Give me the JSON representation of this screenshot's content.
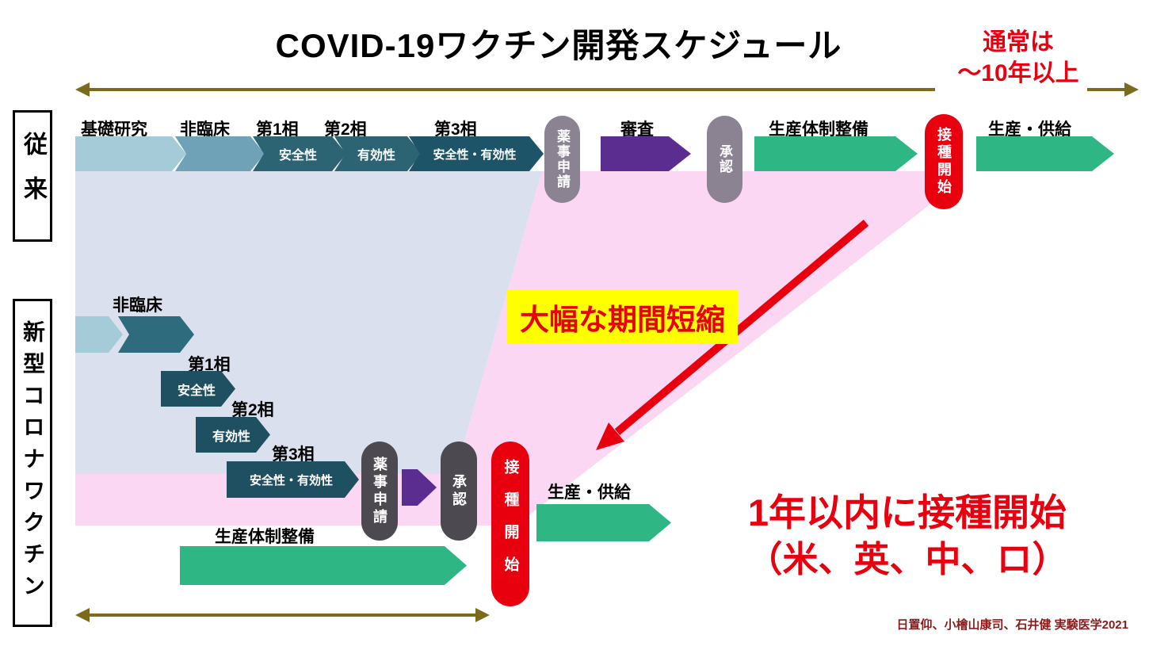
{
  "title": "COVID-19ワクチン開発スケジュール",
  "duration_note": {
    "line1": "通常は",
    "line2": "～10年以上"
  },
  "row_labels": {
    "conventional": "従来",
    "new_vaccine": "新型コロナワクチン"
  },
  "conventional": {
    "stages": [
      {
        "label": "基礎研究",
        "inner": ""
      },
      {
        "label": "非臨床",
        "inner": ""
      },
      {
        "label": "第1相",
        "inner": "安全性"
      },
      {
        "label": "第2相",
        "inner": "有効性"
      },
      {
        "label": "第3相",
        "inner": "安全性・有効性"
      }
    ],
    "application_pill": "薬事申請",
    "review_label": "審査",
    "approval_pill": "承認",
    "production_label": "生産体制整備",
    "start_pill": "接種開始",
    "supply_label": "生産・供給"
  },
  "new_vaccine": {
    "stages": [
      {
        "label": "非臨床",
        "inner": ""
      },
      {
        "label": "第1相",
        "inner": "安全性"
      },
      {
        "label": "第2相",
        "inner": "有効性"
      },
      {
        "label": "第3相",
        "inner": "安全性・有効性"
      }
    ],
    "application_pill": "薬事申請",
    "approval_pill": "承認",
    "production_label": "生産体制整備",
    "start_pill": "接種開始",
    "supply_label": "生産・供給"
  },
  "highlight_text": "大幅な期間短縮",
  "message": {
    "line1": "1年以内に接種開始",
    "line2": "（米、英、中、ロ）"
  },
  "citation": "日置仰、小檜山康司、石井健 実験医学2021",
  "colors": {
    "stage_light": "#a6cbd8",
    "stage_mid": "#6fa2b6",
    "stage_dark": "#2c6474",
    "stage_darker": "#1e5468",
    "stage_dark_bottom": "#1f5061",
    "purple": "#5c2d91",
    "green": "#2eb784",
    "gray_pill_top": "#8b8292",
    "gray_pill_bottom": "#4d4950",
    "red": "#e8000f",
    "olive": "#7a6b1d",
    "lavender_bg": "#dbe0ee",
    "pink_bg": "#fcd7f4",
    "highlight_bg": "#ffff00"
  }
}
